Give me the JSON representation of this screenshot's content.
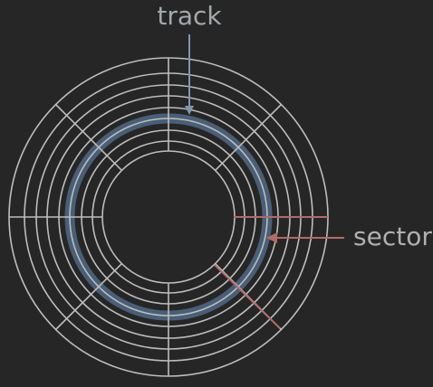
{
  "diagram": {
    "labels": {
      "track": "track",
      "sector": "sector"
    },
    "ring_count": 8,
    "sector_count": 8,
    "colors": {
      "background": "#262626",
      "grid": "#bdbdbd",
      "track_highlight": "#4a5f77",
      "track_arrow": "#7e97b0",
      "track_label": "#a4a9ad",
      "sector_highlight": "#b06a6a",
      "sector_label": "#b0b0b0"
    },
    "highlighted_track_index": 3,
    "highlighted_sector": "right-lower"
  }
}
